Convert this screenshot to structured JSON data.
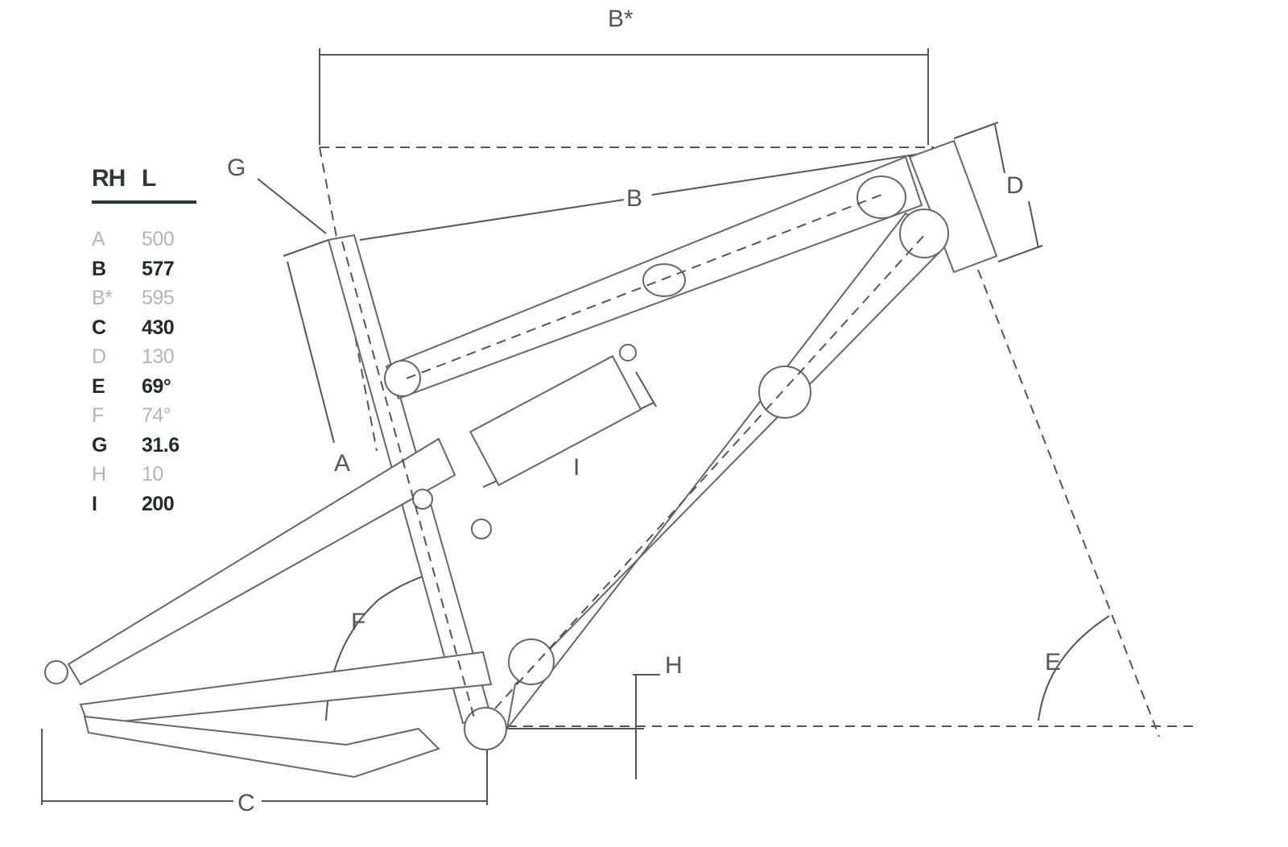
{
  "legend": {
    "header_rh": "RH",
    "header_l": "L",
    "rows": [
      {
        "key": "A",
        "value": "500",
        "tone": "light"
      },
      {
        "key": "B",
        "value": "577",
        "tone": "dark"
      },
      {
        "key": "B*",
        "value": "595",
        "tone": "light"
      },
      {
        "key": "C",
        "value": "430",
        "tone": "dark"
      },
      {
        "key": "D",
        "value": "130",
        "tone": "light"
      },
      {
        "key": "E",
        "value": "69°",
        "tone": "dark"
      },
      {
        "key": "F",
        "value": "74°",
        "tone": "light"
      },
      {
        "key": "G",
        "value": "31.6",
        "tone": "dark"
      },
      {
        "key": "H",
        "value": "10",
        "tone": "light"
      },
      {
        "key": "I",
        "value": "200",
        "tone": "dark"
      }
    ]
  },
  "labels": {
    "a": "A",
    "b": "B",
    "b_star": "B*",
    "c": "C",
    "d": "D",
    "e": "E",
    "f": "F",
    "g": "G",
    "h": "H",
    "i": "I"
  }
}
